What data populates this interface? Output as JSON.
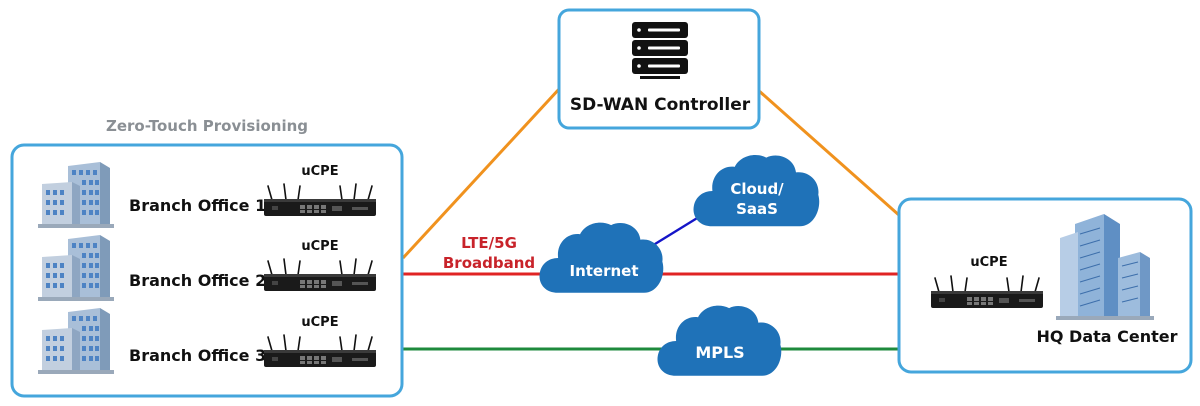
{
  "zero_touch_label": "Zero-Touch Provisioning",
  "controller_label": "SD-WAN Controller",
  "branches": [
    {
      "name": "Branch Office 1",
      "device": "uCPE"
    },
    {
      "name": "Branch Office 2",
      "device": "uCPE"
    },
    {
      "name": "Branch Office 3",
      "device": "uCPE"
    }
  ],
  "hq": {
    "name": "HQ Data Center",
    "device": "uCPE"
  },
  "clouds": {
    "internet": "Internet",
    "mpls": "MPLS",
    "cloud_saas_line1": "Cloud/",
    "cloud_saas_line2": "SaaS"
  },
  "links": {
    "lte_line1": "LTE/5G",
    "lte_line2": "Broadband"
  },
  "colors": {
    "box_border": "#45a6dc",
    "cloud_fill": "#1f72b8",
    "controller_links": "#f0921e",
    "internet_link": "#e02424",
    "mpls_link": "#1e8a3c",
    "saas_link": "#1515c8",
    "lte_label": "#c8232a",
    "gray_label": "#8a8f94"
  }
}
